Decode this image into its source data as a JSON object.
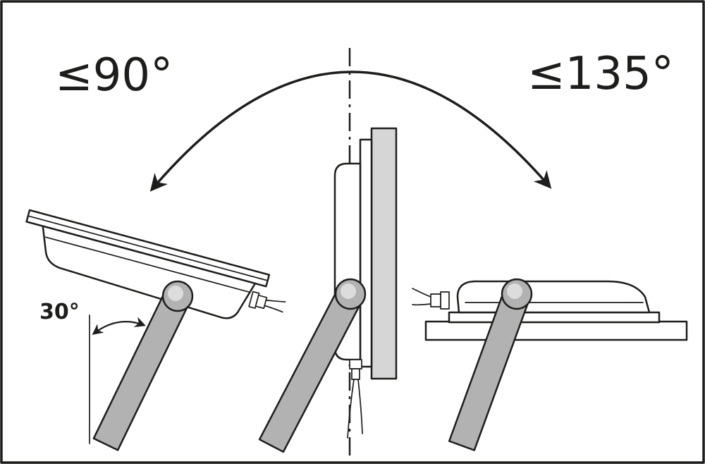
{
  "labels": {
    "max_rotation_left": "≤90°",
    "max_rotation_right": "≤135°",
    "bracket_tilt": "30°"
  },
  "colors": {
    "outline": "#1d1d1b",
    "background": "#ffffff",
    "body_fill": "#ffffff",
    "panel_fill": "#d6d6d6",
    "bracket_fill": "#b2b2b2",
    "knob_inner": "#dcdcdc"
  }
}
